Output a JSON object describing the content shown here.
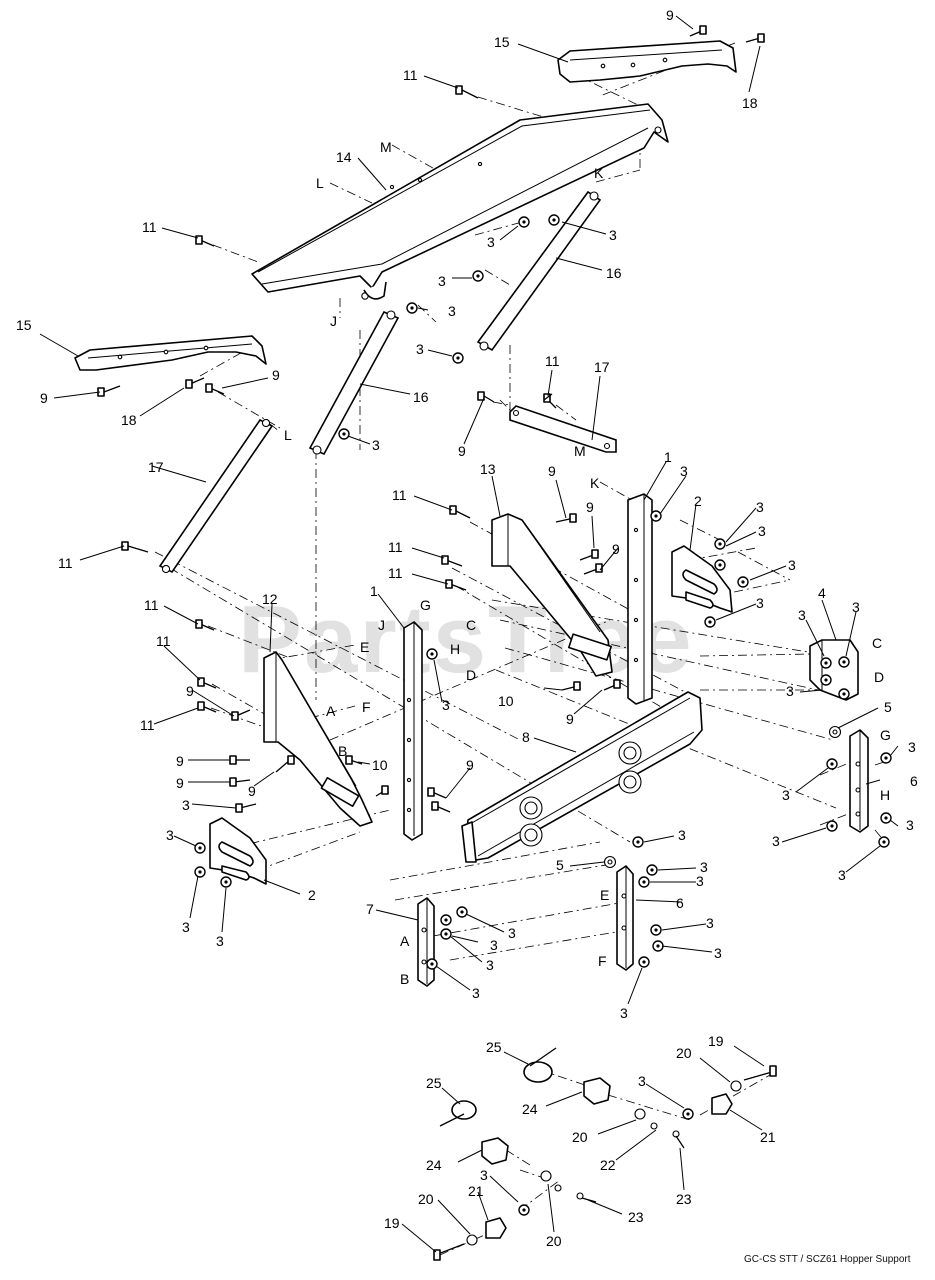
{
  "watermark": "PartsTree",
  "caption": "GC-CS STT / SCZ61 Hopper Support",
  "callouts": {
    "n9a": "9",
    "n15a": "15",
    "n18a": "18",
    "n11a": "11",
    "nM1": "M",
    "n14": "14",
    "nL1": "L",
    "nK1": "K",
    "n11b": "11",
    "n3a": "3",
    "n3b": "3",
    "n3c": "3",
    "n16a": "16",
    "n3d": "3",
    "nJ1": "J",
    "n15b": "15",
    "n3e": "3",
    "n9b": "9",
    "n18b": "18",
    "n9c": "9",
    "n16b": "16",
    "nL2": "L",
    "n3f": "3",
    "n11c": "11",
    "n17a": "17",
    "n9d": "9",
    "nM2": "M",
    "n17b": "17",
    "n11d": "11",
    "n1a": "1",
    "n3g": "3",
    "nK2": "K",
    "n13": "13",
    "n9e": "9",
    "n11e": "11",
    "n2a": "2",
    "n3h": "3",
    "n9f": "9",
    "n9g": "9",
    "n11f": "11",
    "n3i": "3",
    "n11g": "11",
    "nG1": "G",
    "n3j": "3",
    "n3k": "3",
    "n11h": "11",
    "n12": "12",
    "n1b": "1",
    "nJ2": "J",
    "nC1": "C",
    "n4": "4",
    "n3l": "3",
    "n3m": "3",
    "nC2": "C",
    "n11i": "11",
    "nE1": "E",
    "nH1": "H",
    "nD1": "D",
    "n3n": "3",
    "n10a": "10",
    "n9h": "9",
    "n3o": "3",
    "nD2": "D",
    "n9i": "9",
    "nA1": "A",
    "nF1": "F",
    "n11j": "11",
    "n5a": "5",
    "n8": "8",
    "nG2": "G",
    "n3p": "3",
    "n9j": "9",
    "nB1": "B",
    "n10b": "10",
    "n9k": "9",
    "n9l": "9",
    "n6a": "6",
    "n3q": "3",
    "n9m": "9",
    "nH2": "H",
    "n3r": "3",
    "n3s": "3",
    "n3t": "3",
    "n3u": "3",
    "n2b": "2",
    "n5b": "5",
    "n3v": "3",
    "n3w": "3",
    "nE2": "E",
    "n7": "7",
    "n6b": "6",
    "n3x": "3",
    "nA2": "A",
    "n3y": "3",
    "n3z": "3",
    "nB2": "B",
    "n3aa": "3",
    "nF2": "F",
    "n3ab": "3",
    "n3ac": "3",
    "n3ad": "3",
    "n3ae": "3",
    "n3af": "3",
    "n25a": "25",
    "n19a": "19",
    "n20a": "20",
    "n25b": "25",
    "n3ag": "3",
    "n24a": "24",
    "n21a": "21",
    "n20b": "20",
    "n22": "22",
    "n24b": "24",
    "n3ah": "3",
    "n23a": "23",
    "n23b": "23",
    "n20c": "20",
    "n21b": "21",
    "n20d": "20",
    "n19b": "19"
  }
}
